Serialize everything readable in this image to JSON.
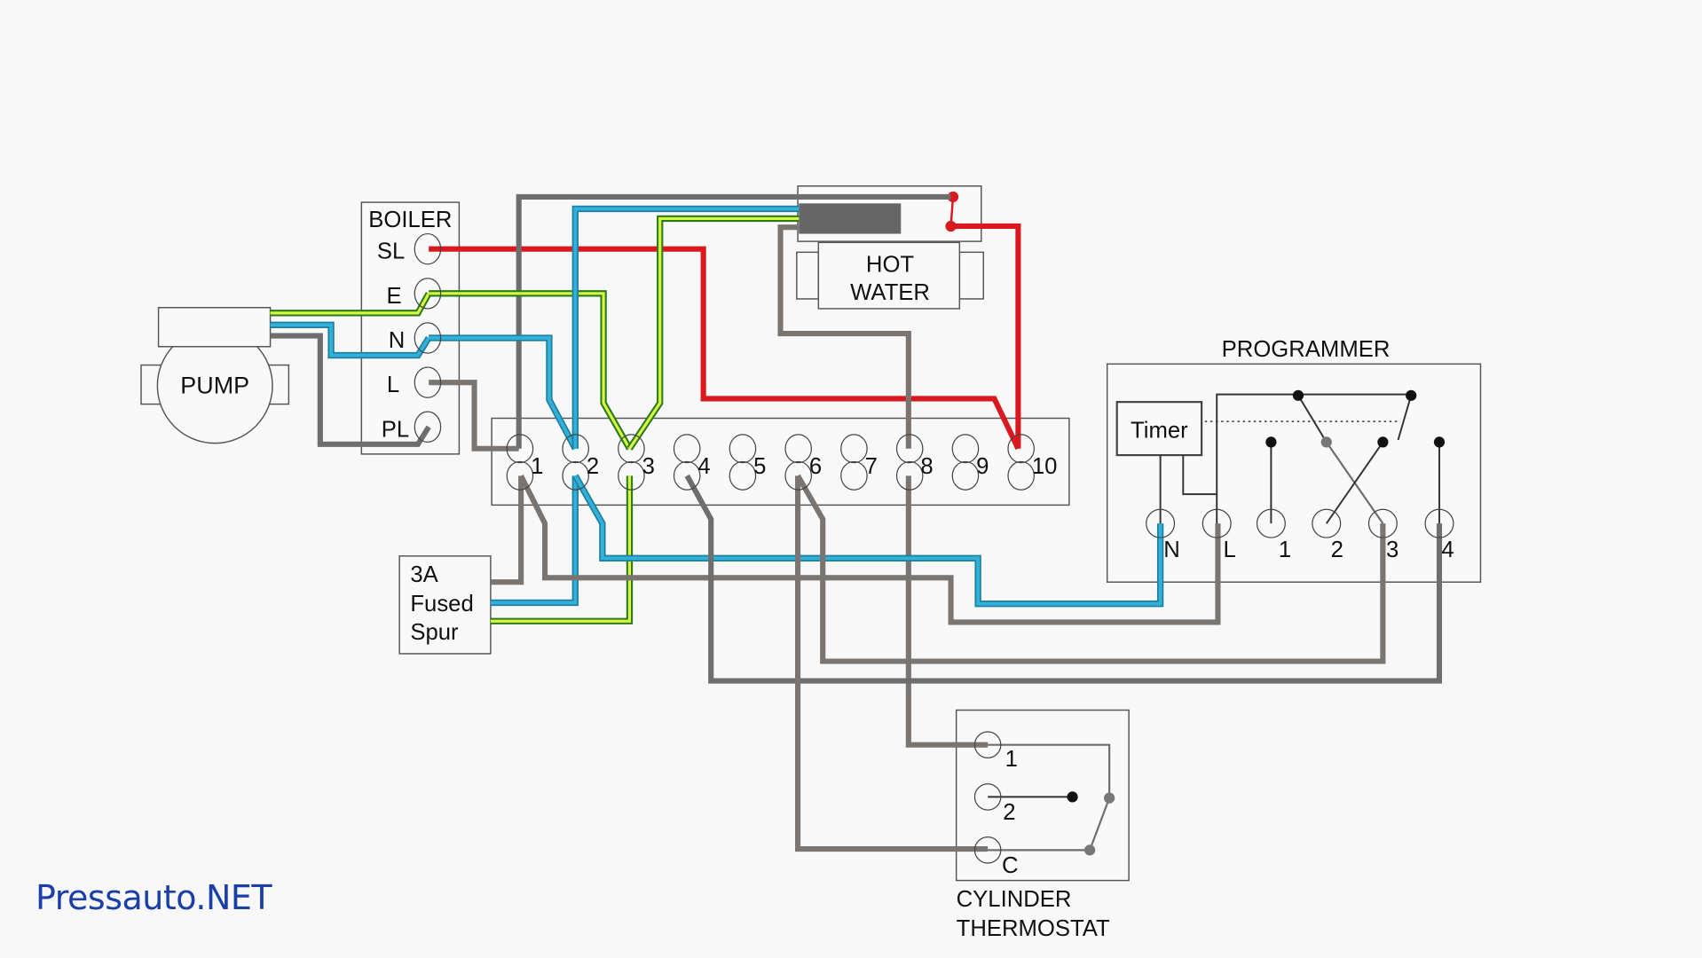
{
  "diagram": {
    "title": "Central heating wiring diagram (S-plan style with programmer, boiler, pump, hot water valve and cylinder thermostat)",
    "colors": {
      "live": "#7a7570",
      "switched_live": "#d9191e",
      "neutral": "#31b0da",
      "earth_outer": "#2c7a1f",
      "earth_inner": "#d8f542",
      "background": "#f8f8f8",
      "watermark": "#1b3fa8"
    },
    "boiler": {
      "title": "BOILER",
      "terminals": [
        "SL",
        "E",
        "N",
        "L",
        "PL"
      ]
    },
    "pump": {
      "label": "PUMP"
    },
    "hot_water": {
      "line1": "HOT",
      "line2": "WATER"
    },
    "fused_spur": {
      "line1": "3A",
      "line2": "Fused",
      "line3": "Spur"
    },
    "junction_box": {
      "terminals": [
        "1",
        "2",
        "3",
        "4",
        "5",
        "6",
        "7",
        "8",
        "9",
        "10"
      ]
    },
    "programmer": {
      "title": "PROGRAMMER",
      "timer_label": "Timer",
      "terminals": [
        "N",
        "L",
        "1",
        "2",
        "3",
        "4"
      ]
    },
    "cylinder_thermostat": {
      "title_line1": "CYLINDER",
      "title_line2": "THERMOSTAT",
      "terminals": [
        "1",
        "2",
        "C"
      ]
    }
  },
  "watermark": "Pressauto.NET"
}
